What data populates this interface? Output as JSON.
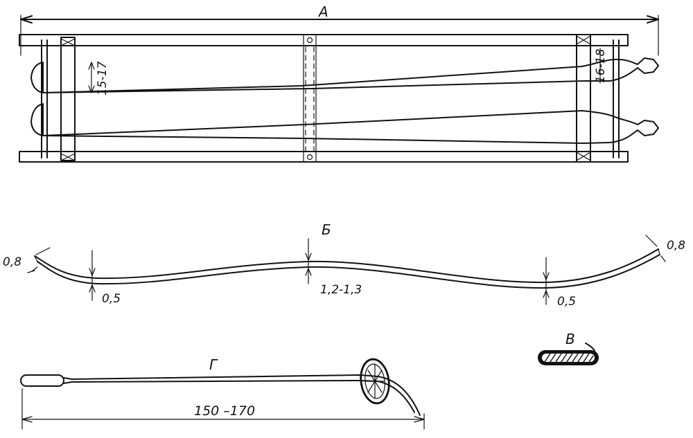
{
  "labels": {
    "view_a": "A",
    "view_b": "Б",
    "view_v": "В",
    "view_g": "Г"
  },
  "dimensions": {
    "ski_gap": "15-17",
    "tail_gap": "16-18",
    "tip_left": "0,8",
    "tip_right": "0,8",
    "mid_left": "0,5",
    "center": "1,2-1,3",
    "mid_right": "0,5",
    "pole_length": "150 –170"
  }
}
